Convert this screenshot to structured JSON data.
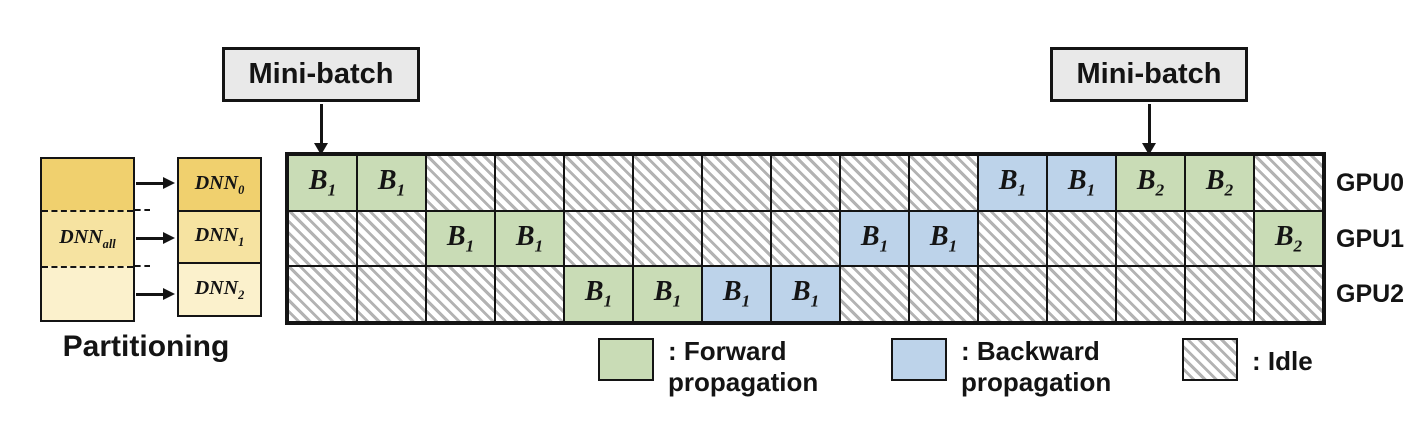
{
  "partitioning": {
    "caption": "Partitioning",
    "whole_model": {
      "text": "DNN",
      "sub": "all"
    },
    "partitions": [
      {
        "text": "DNN",
        "sub": "0"
      },
      {
        "text": "DNN",
        "sub": "1"
      },
      {
        "text": "DNN",
        "sub": "2"
      }
    ]
  },
  "minibatch_boxes": [
    {
      "label": "Mini-batch"
    },
    {
      "label": "Mini-batch"
    }
  ],
  "schedule": {
    "rows": [
      {
        "gpu": "GPU0",
        "cells": [
          {
            "state": "forward",
            "text": "B",
            "sub": "1"
          },
          {
            "state": "forward",
            "text": "B",
            "sub": "1"
          },
          {
            "state": "idle"
          },
          {
            "state": "idle"
          },
          {
            "state": "idle"
          },
          {
            "state": "idle"
          },
          {
            "state": "idle"
          },
          {
            "state": "idle"
          },
          {
            "state": "idle"
          },
          {
            "state": "idle"
          },
          {
            "state": "backward",
            "text": "B",
            "sub": "1"
          },
          {
            "state": "backward",
            "text": "B",
            "sub": "1"
          },
          {
            "state": "forward",
            "text": "B",
            "sub": "2"
          },
          {
            "state": "forward",
            "text": "B",
            "sub": "2"
          },
          {
            "state": "idle"
          }
        ]
      },
      {
        "gpu": "GPU1",
        "cells": [
          {
            "state": "idle"
          },
          {
            "state": "idle"
          },
          {
            "state": "forward",
            "text": "B",
            "sub": "1"
          },
          {
            "state": "forward",
            "text": "B",
            "sub": "1"
          },
          {
            "state": "idle"
          },
          {
            "state": "idle"
          },
          {
            "state": "idle"
          },
          {
            "state": "idle"
          },
          {
            "state": "backward",
            "text": "B",
            "sub": "1"
          },
          {
            "state": "backward",
            "text": "B",
            "sub": "1"
          },
          {
            "state": "idle"
          },
          {
            "state": "idle"
          },
          {
            "state": "idle"
          },
          {
            "state": "idle"
          },
          {
            "state": "forward",
            "text": "B",
            "sub": "2"
          }
        ]
      },
      {
        "gpu": "GPU2",
        "cells": [
          {
            "state": "idle"
          },
          {
            "state": "idle"
          },
          {
            "state": "idle"
          },
          {
            "state": "idle"
          },
          {
            "state": "forward",
            "text": "B",
            "sub": "1"
          },
          {
            "state": "forward",
            "text": "B",
            "sub": "1"
          },
          {
            "state": "backward",
            "text": "B",
            "sub": "1"
          },
          {
            "state": "backward",
            "text": "B",
            "sub": "1"
          },
          {
            "state": "idle"
          },
          {
            "state": "idle"
          },
          {
            "state": "idle"
          },
          {
            "state": "idle"
          },
          {
            "state": "idle"
          },
          {
            "state": "idle"
          },
          {
            "state": "idle"
          }
        ]
      }
    ]
  },
  "legend": {
    "items": [
      {
        "swatch": "forward",
        "line1": ": Forward",
        "line2": "propagation"
      },
      {
        "swatch": "backward",
        "line1": ": Backward",
        "line2": "propagation"
      },
      {
        "swatch": "idle",
        "line1": ": Idle",
        "line2": ""
      }
    ]
  },
  "colors": {
    "forward": "#c9dcb6",
    "backward": "#bdd3ea",
    "idle_stripe": "#b3b3b3",
    "partition_shades": [
      "#f0d06e",
      "#f6e3a1",
      "#fbf1cc"
    ],
    "box_fill": "#e9e9e9",
    "line": "#141414"
  }
}
